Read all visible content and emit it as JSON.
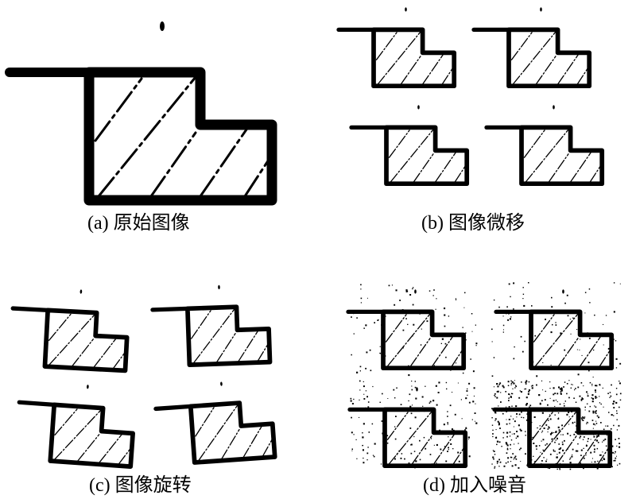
{
  "figure": {
    "captions": {
      "a": "(a) 原始图像",
      "b": "(b) 图像微移",
      "c": "(c) 图像旋转",
      "d": "(d) 加入噪音"
    },
    "panels": [
      {
        "id": "a",
        "variant": "original",
        "copies": 1
      },
      {
        "id": "b",
        "variant": "shifted",
        "copies": 4
      },
      {
        "id": "c",
        "variant": "rotated",
        "copies": 4
      },
      {
        "id": "d",
        "variant": "noise-added",
        "copies": 4
      }
    ],
    "colors": {
      "ink": "#000000",
      "background": "#ffffff"
    }
  }
}
